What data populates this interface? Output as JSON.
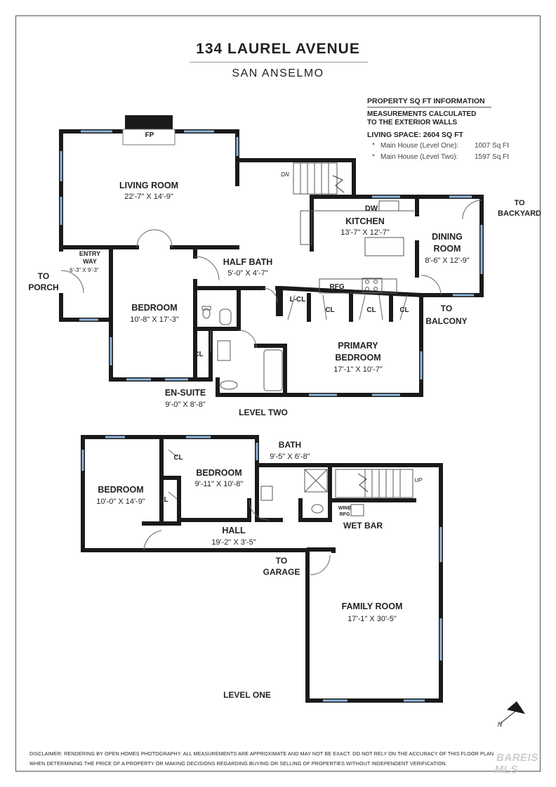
{
  "header": {
    "title": "134 LAUREL AVENUE",
    "subtitle": "SAN ANSELMO"
  },
  "info": {
    "heading": "PROPERTY SQ FT INFORMATION",
    "calc_line1": "MEASUREMENTS CALCULATED",
    "calc_line2": "TO THE EXTERIOR WALLS",
    "living_space": "LIVING SPACE: 2604 SQ FT",
    "bullet_char": "*",
    "items": [
      {
        "label": "Main House (Level One):",
        "value": "1007 Sq Ft"
      },
      {
        "label": "Main House (Level Two):",
        "value": "1597 Sq Ft"
      }
    ]
  },
  "level_two": {
    "name": "LEVEL TWO",
    "rooms": {
      "living": {
        "name": "LIVING ROOM",
        "dims": "22'-7\" X 14'-9\""
      },
      "entry": {
        "name1": "ENTRY",
        "name2": "WAY",
        "dims": "6'-3\" X 9'-3\""
      },
      "bedroom": {
        "name": "BEDROOM",
        "dims": "10'-8\" X 17'-3\""
      },
      "halfbath": {
        "name": "HALF BATH",
        "dims": "5'-0\" X 4'-7\""
      },
      "kitchen": {
        "name": "KITCHEN",
        "dims": "13'-7\" X 12'-7\""
      },
      "dining": {
        "name1": "DINING",
        "name2": "ROOM",
        "dims": "8'-6\" X 12'-9\""
      },
      "primary": {
        "name1": "PRIMARY",
        "name2": "BEDROOM",
        "dims": "17'-1\" X 10'-7\""
      },
      "ensuite": {
        "name": "EN-SUITE",
        "dims": "9'-0\" X 8'-8\""
      }
    },
    "labels": {
      "fp": "FP",
      "dn": "DN",
      "dw": "DW",
      "rfg": "RFG",
      "lcl": "L-CL",
      "cl": "CL",
      "to_porch1": "TO",
      "to_porch2": "PORCH",
      "to_backyard1": "TO",
      "to_backyard2": "BACKYARD",
      "to_balcony1": "TO",
      "to_balcony2": "BALCONY"
    }
  },
  "level_one": {
    "name": "LEVEL ONE",
    "rooms": {
      "bedroom_a": {
        "name": "BEDROOM",
        "dims": "10'-0\" X 14'-9\""
      },
      "bedroom_b": {
        "name": "BEDROOM",
        "dims": "9'-11\" X 10'-8\""
      },
      "bath": {
        "name": "BATH",
        "dims": "9'-5\" X 6'-8\""
      },
      "hall": {
        "name": "HALL",
        "dims": "19'-2\" X 3'-5\""
      },
      "wetbar": {
        "name": "WET BAR"
      },
      "family": {
        "name": "FAMILY ROOM",
        "dims": "17'-1\" X 30'-5\""
      }
    },
    "labels": {
      "cl": "CL",
      "up": "UP",
      "wine1": "WINE",
      "wine2": "RFG",
      "to_garage1": "TO",
      "to_garage2": "GARAGE"
    }
  },
  "compass": {
    "label": "N"
  },
  "disclaimer": {
    "line1": "DISCLAIMER: RENDERING BY OPEN HOMES PHOTOGRAPHY. ALL MEASUREMENTS ARE APPROXIMATE AND MAY NOT BE EXACT. DO NOT RELY ON THE ACCURACY OF THIS FLOOR PLAN",
    "line2": "WHEN DETERMINING THE PRICE OF A PROPERTY OR MAKING DECISIONS REGARDING BUYING OR SELLING OF PROPERTIES WITHOUT INDEPENDENT VERIFICATION."
  },
  "watermark": "BAREIS MLS",
  "colors": {
    "wall": "#1a1a1a",
    "window": "#8fb4d9",
    "text": "#222222"
  }
}
